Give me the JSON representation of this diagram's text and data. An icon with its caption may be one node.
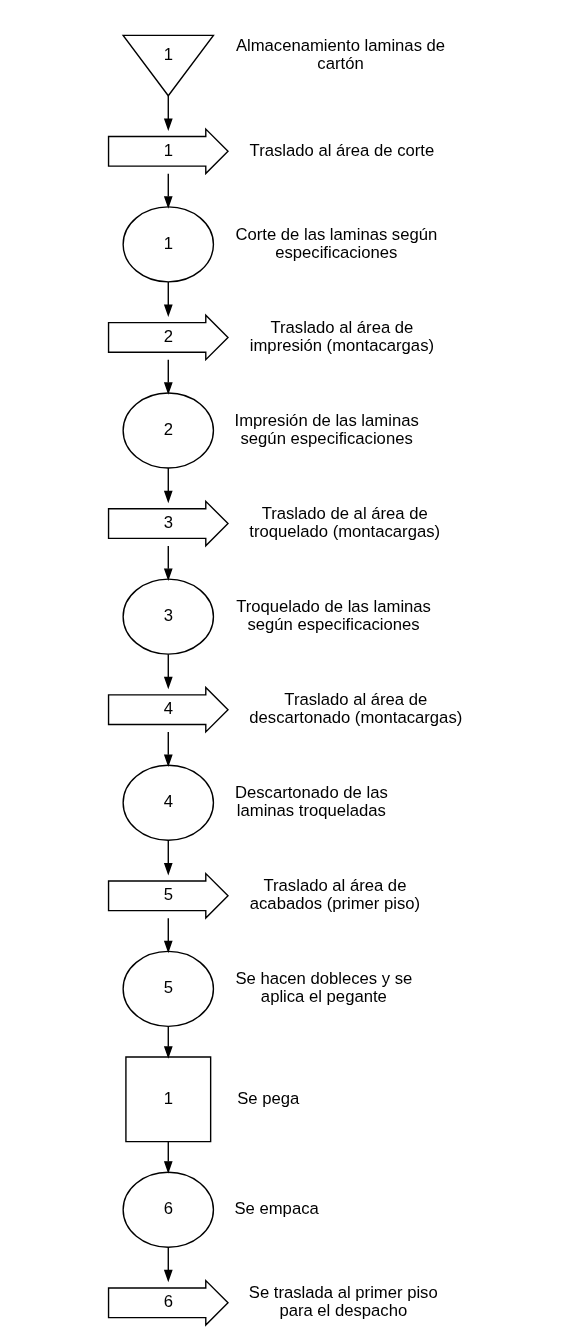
{
  "diagram": {
    "nodes": [
      {
        "text": [
          "1"
        ],
        "beside": [
          "Almacenamiento laminas de cartón"
        ]
      },
      {
        "text": [
          "1"
        ],
        "beside": [
          "Traslado al área de corte"
        ]
      },
      {
        "text": [
          "1"
        ],
        "beside": [
          "Corte de las laminas según especificaciones"
        ]
      },
      {
        "text": [
          "2"
        ],
        "beside": [
          "Traslado al área de impresión (montacargas)"
        ]
      },
      {
        "text": [
          "2"
        ],
        "beside": [
          "Impresión de las laminas según especificaciones"
        ]
      },
      {
        "text": [
          "3"
        ],
        "beside": [
          "Traslado de al área de troquelado (montacargas)"
        ]
      },
      {
        "text": [
          "3"
        ],
        "beside": [
          "Troquelado de las laminas según especificaciones"
        ]
      },
      {
        "text": [
          "4"
        ],
        "beside": [
          "Traslado al área de descartonado (montacargas)"
        ]
      },
      {
        "text": [
          "4"
        ],
        "beside": [
          "Descartonado de las laminas troqueladas"
        ]
      },
      {
        "text": [
          "5"
        ],
        "beside": [
          "Traslado al área de acabados (primer piso)"
        ]
      },
      {
        "text": [
          "5"
        ],
        "beside": [
          "Se hacen dobleces y se aplica el pegante"
        ]
      },
      {
        "text": [
          "1"
        ],
        "beside": [
          "Se pega"
        ]
      },
      {
        "text": [
          "6"
        ],
        "beside": [
          "Se empaca"
        ]
      },
      {
        "text": [
          "6"
        ],
        "beside": [
          "Se traslada al primer piso para el despacho"
        ]
      }
    ],
    "edges": [
      {
        "from": 0,
        "to": 1,
        "arrow": "to"
      },
      {
        "from": 1,
        "to": 2,
        "arrow": "to"
      },
      {
        "from": 2,
        "to": 3,
        "arrow": "to"
      },
      {
        "from": 3,
        "to": 4,
        "arrow": "to"
      },
      {
        "from": 4,
        "to": 5,
        "arrow": "to"
      },
      {
        "from": 5,
        "to": 6,
        "arrow": "to"
      },
      {
        "from": 6,
        "to": 7,
        "arrow": "to"
      },
      {
        "from": 7,
        "to": 8,
        "arrow": "to"
      },
      {
        "from": 8,
        "to": 9,
        "arrow": "to"
      },
      {
        "from": 9,
        "to": 10,
        "arrow": "to"
      },
      {
        "from": 10,
        "to": 11,
        "arrow": "to"
      },
      {
        "from": 11,
        "to": 12,
        "arrow": "to"
      },
      {
        "from": 12,
        "to": 13,
        "arrow": "to"
      }
    ]
  }
}
